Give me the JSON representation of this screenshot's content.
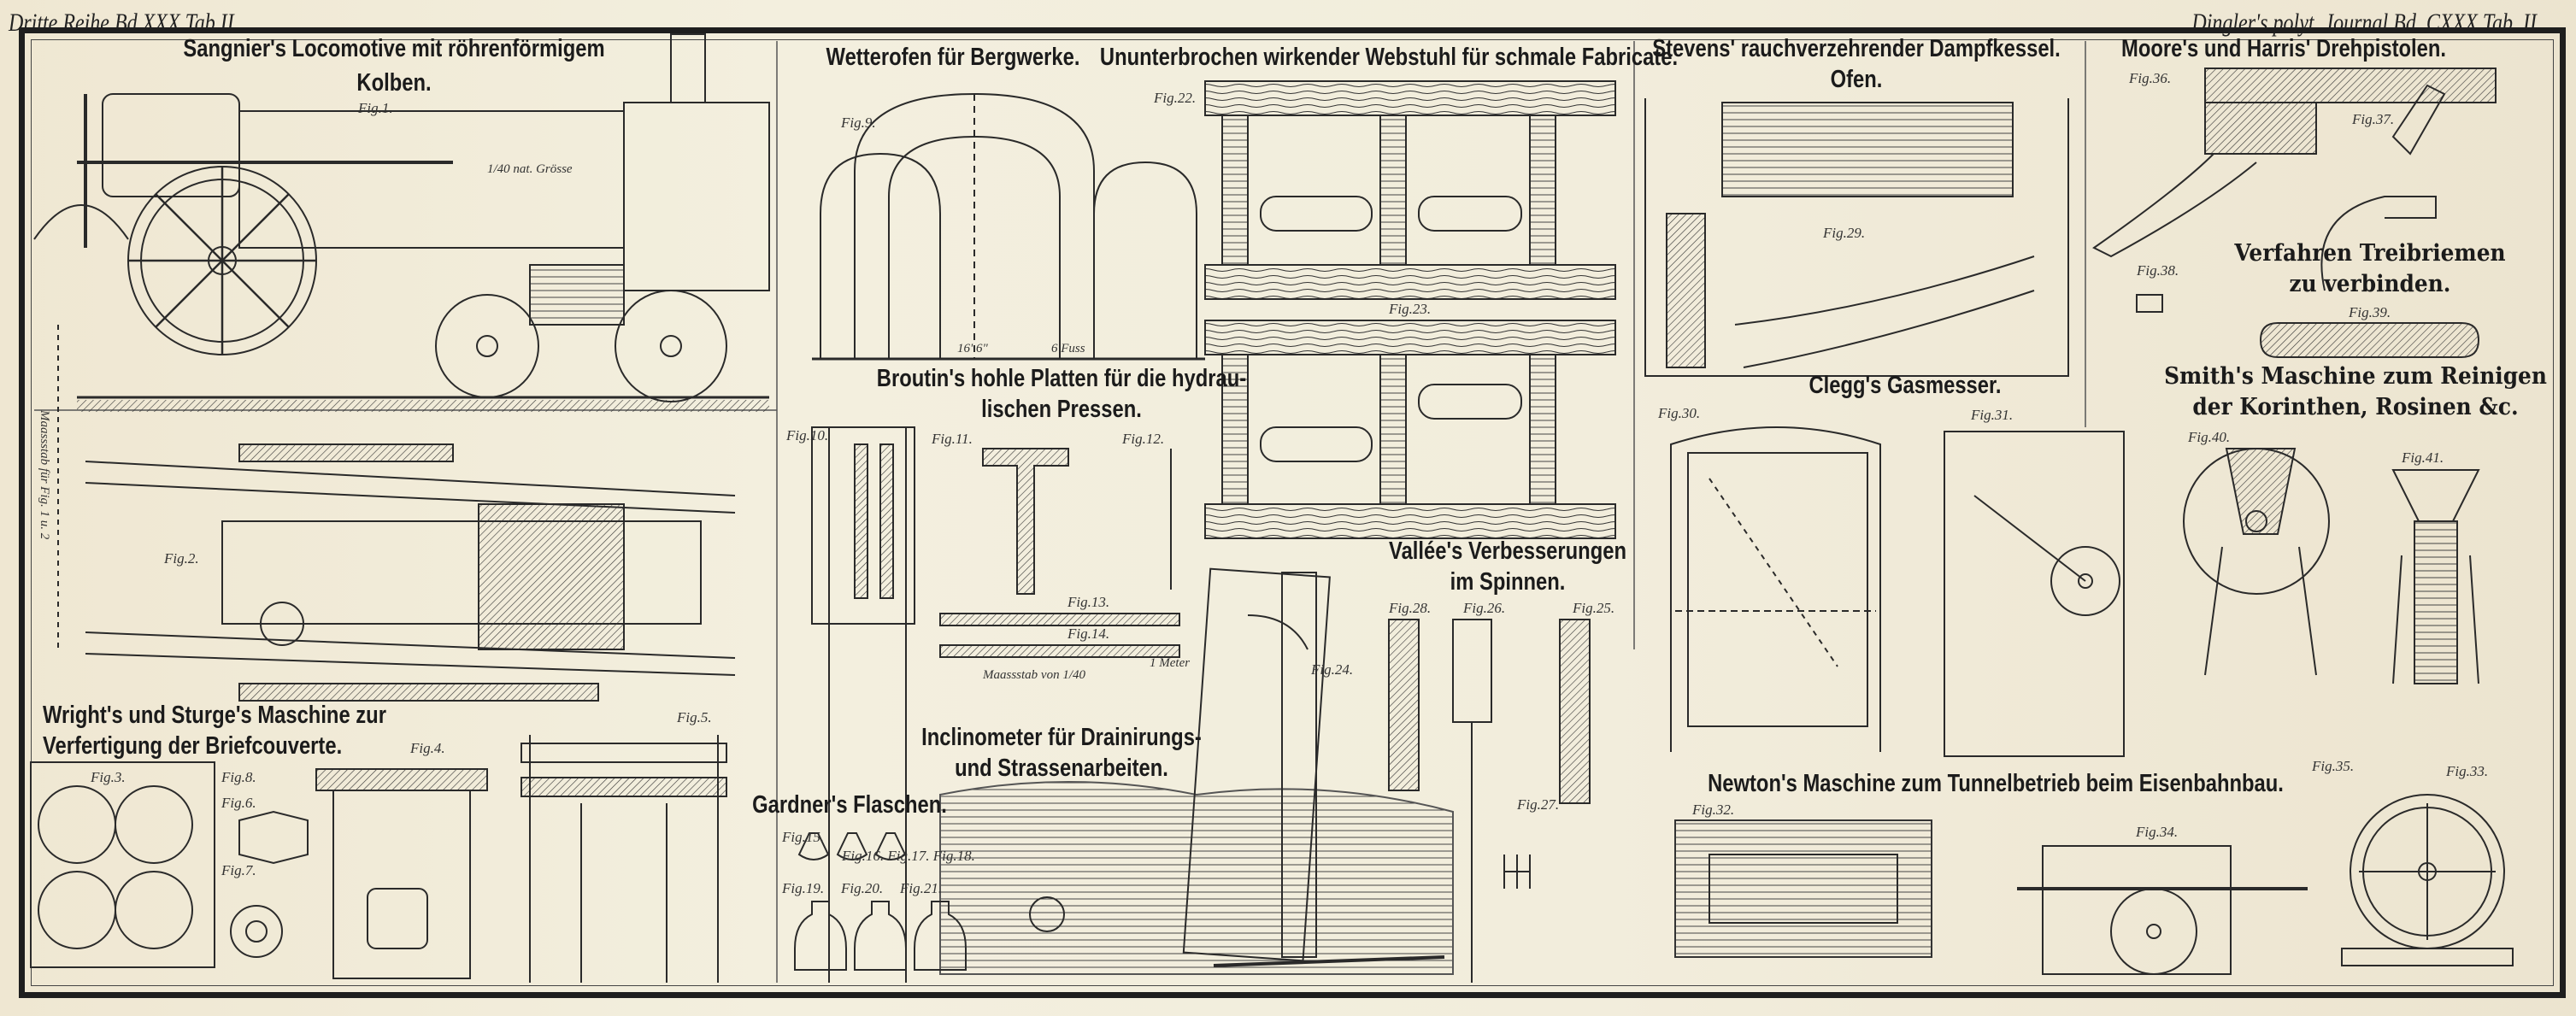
{
  "header": {
    "left": "Dritte Reihe Bd.XXX Tab.II.",
    "right": "Dingler's polyt. Journal Bd. CXXX Tab. II."
  },
  "titles": {
    "sangnier_1": "Sangnier's Locomotive mit röhrenförmigem",
    "sangnier_2": "Kolben.",
    "wetterofen": "Wetterofen für Bergwerke.",
    "webstuhl": "Ununterbrochen wirkender Webstuhl für schmale Fabricate.",
    "stevens_1": "Stevens' rauchverzehrender Dampfkessel.",
    "stevens_2": "Ofen.",
    "moore": "Moore's und Harris' Drehpistolen.",
    "treibriemen_1": "Verfahren Treibriemen",
    "treibriemen_2": "zu verbinden.",
    "smith_1": "Smith's Maschine zum Reinigen",
    "smith_2": "der Korinthen, Rosinen &c.",
    "broutin_1": "Broutin's hohle Platten für die hydrau-",
    "broutin_2": "lischen Pressen.",
    "clegg": "Clegg's Gasmesser.",
    "vallee_1": "Vallée's Verbesserungen",
    "vallee_2": "im Spinnen.",
    "wright_1": "Wright's und Sturge's Maschine zur",
    "wright_2": "Verfertigung der Briefcouverte.",
    "inclinometer_1": "Inclinometer für Drainirungs-",
    "inclinometer_2": "und Strassenarbeiten.",
    "gardner": "Gardner's Flaschen.",
    "newton": "Newton's Maschine zum Tunnelbetrieb beim Eisenbahnbau."
  },
  "notes": {
    "scale_loco": "1/40 nat. Grösse",
    "scale_wetter": "16' 6\"",
    "scale_fuss": "6 Fuss",
    "scale_incl": "Maassstab von 1/40",
    "scale_side": "Maassstab für Fig. 1 u. 2",
    "meter": "1 Meter"
  },
  "figs": [
    "Fig.1.",
    "Fig.2.",
    "Fig.3.",
    "Fig.4.",
    "Fig.5.",
    "Fig.6.",
    "Fig.7.",
    "Fig.8.",
    "Fig.9.",
    "Fig.10.",
    "Fig.11.",
    "Fig.12.",
    "Fig.13.",
    "Fig.14.",
    "Fig.15.",
    "Fig.16. Fig.17. Fig.18.",
    "Fig.19.",
    "Fig.20.",
    "Fig.21.",
    "Fig.22.",
    "Fig.23.",
    "Fig.24.",
    "Fig.25.",
    "Fig.26.",
    "Fig.27.",
    "Fig.28.",
    "Fig.29.",
    "Fig.30.",
    "Fig.31.",
    "Fig.32.",
    "Fig.33.",
    "Fig.34.",
    "Fig.35.",
    "Fig.36.",
    "Fig.37.",
    "Fig.38.",
    "Fig.39.",
    "Fig.40.",
    "Fig.41."
  ]
}
